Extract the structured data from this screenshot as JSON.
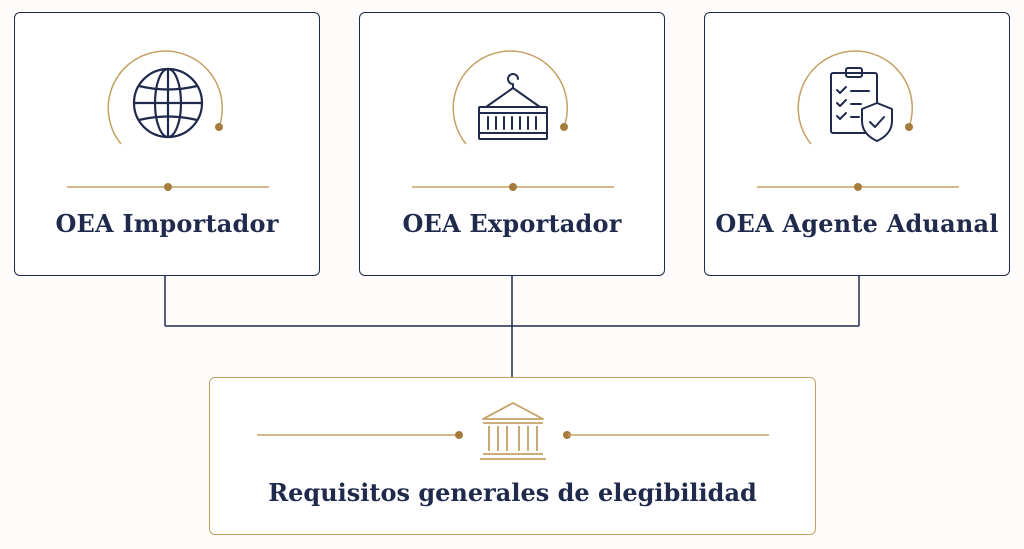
{
  "colors": {
    "navy": "#1f2a4d",
    "gold": "#c5a065",
    "background": "#fdfcfa"
  },
  "cards": [
    {
      "title": "OEA Importador",
      "icon": "globe-icon"
    },
    {
      "title": "OEA Exportador",
      "icon": "shipping-container-icon"
    },
    {
      "title": "OEA Agente Aduanal",
      "icon": "clipboard-shield-icon"
    }
  ],
  "base": {
    "title": "Requisitos generales de elegibilidad",
    "icon": "bank-building-icon"
  }
}
